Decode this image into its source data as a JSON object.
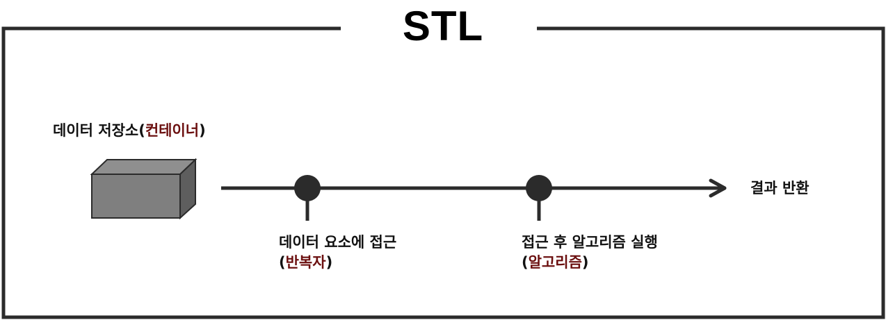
{
  "title": "STL",
  "container": {
    "label": "데이터 저장소",
    "paren_open": "(",
    "term": "컨테이너",
    "paren_close": ")"
  },
  "iterator_step": {
    "label": "데이터 요소에 접근",
    "paren_open": "(",
    "term": "반복자",
    "paren_close": ")"
  },
  "algorithm_step": {
    "label": "접근 후 알고리즘 실행",
    "paren_open": "(",
    "term": "알고리즘",
    "paren_close": ")"
  },
  "result": {
    "label": "결과 반환"
  },
  "colors": {
    "line": "#2b2b2b",
    "box_front": "#7f7f7f",
    "box_top": "#8f8f8f",
    "box_side": "#5e5e5e",
    "highlight": "#6b0f0f"
  }
}
